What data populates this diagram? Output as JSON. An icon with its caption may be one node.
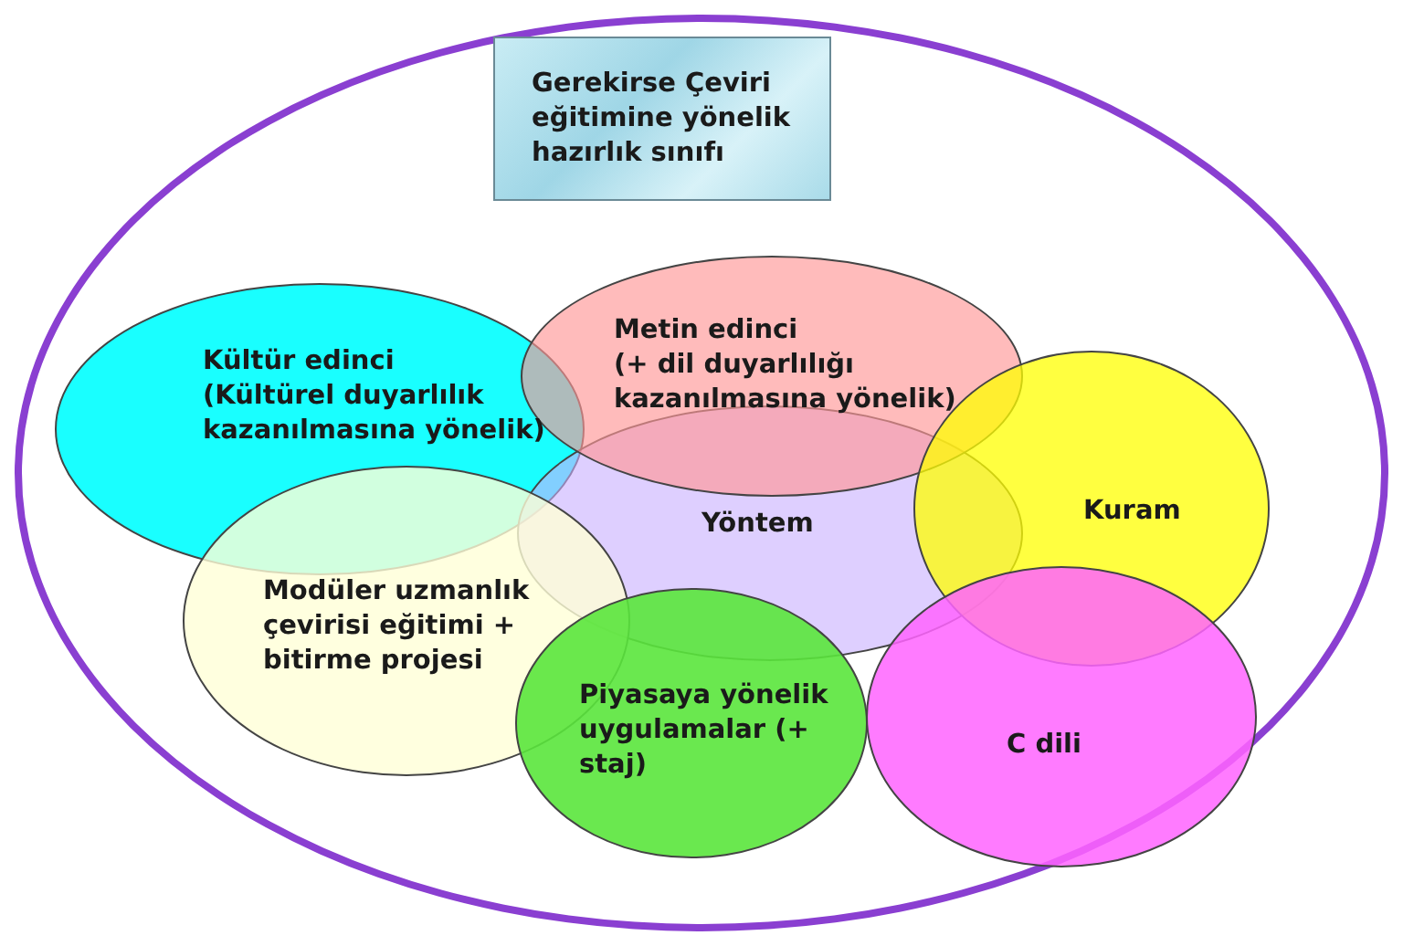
{
  "diagram": {
    "nodes": [
      {
        "text": [],
        "shape": "ellipse"
      },
      {
        "text": [
          "Gerekirse Çeviri eğitimine yönelik hazırlık sınıfı"
        ],
        "in": 0
      },
      {
        "text": [
          "Kültür edinci",
          "(Kültürel duyarlılık kazanılmasına yönelik)"
        ],
        "in": 0
      },
      {
        "text": [
          "Metin edinci",
          "(+ dil duyarlılığı kazanılmasına yönelik)"
        ],
        "in": 0
      },
      {
        "text": [
          "Yöntem"
        ],
        "in": 0
      },
      {
        "text": [
          "Kuram"
        ],
        "in": 0
      },
      {
        "text": [
          "Modüler uzmanlık çevirisi eğitimi + bitirme projesi"
        ],
        "in": 0
      },
      {
        "text": [
          "Piyasaya yönelik uygulamalar (+ staj)"
        ],
        "in": 0
      },
      {
        "text": [
          "C dili"
        ],
        "in": 0
      }
    ],
    "edges": []
  }
}
